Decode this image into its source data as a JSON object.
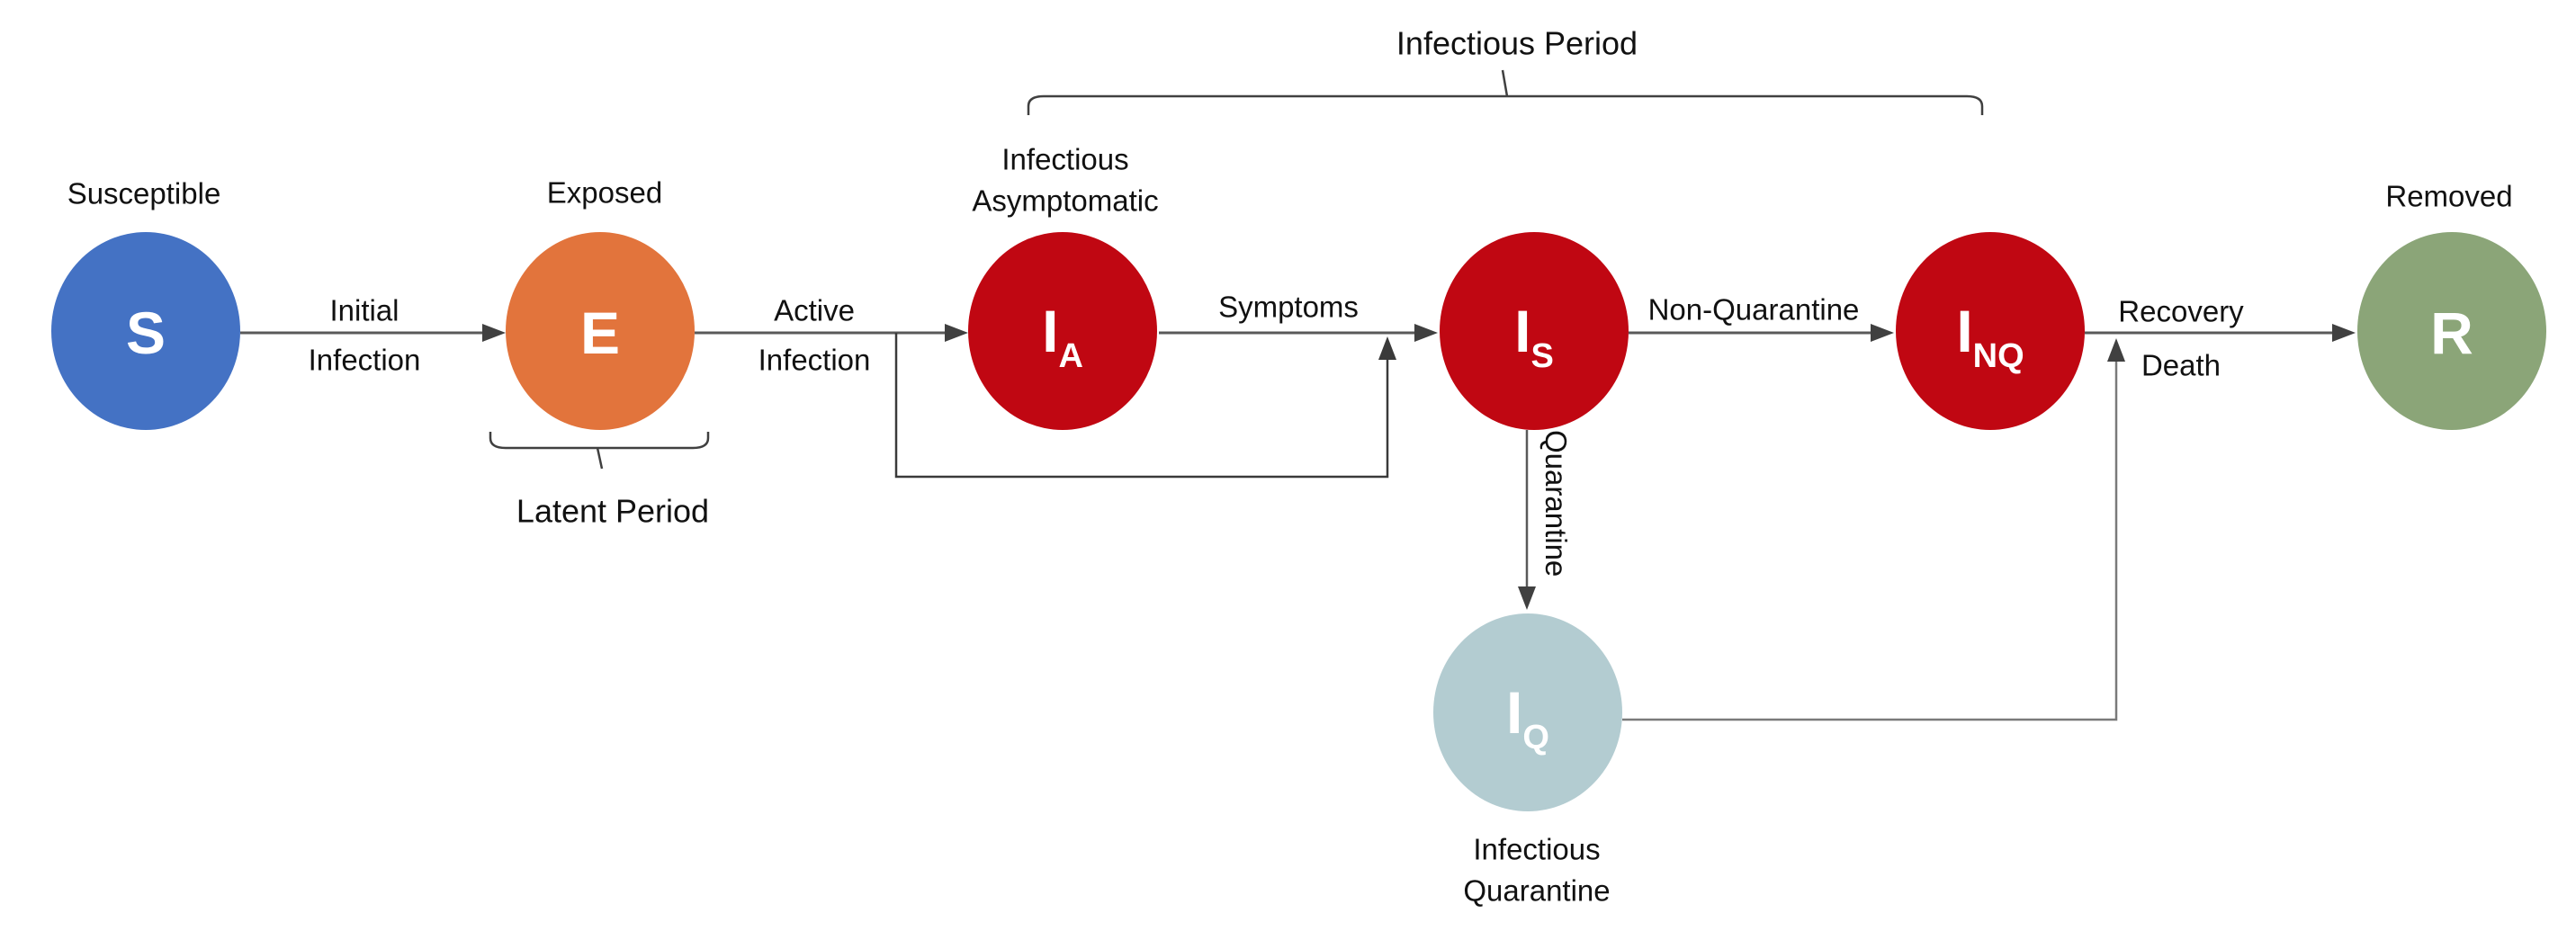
{
  "diagram": {
    "braces": {
      "infectious_period_label": "Infectious Period",
      "latent_period_label": "Latent Period"
    },
    "nodes": {
      "s": {
        "letter": "S",
        "sub": "",
        "caption": "Susceptible",
        "color": "#4472c4"
      },
      "e": {
        "letter": "E",
        "sub": "",
        "caption": "Exposed",
        "color": "#e2743c"
      },
      "ia": {
        "letter": "I",
        "sub": "A",
        "caption_line1": "Infectious",
        "caption_line2": "Asymptomatic",
        "color": "#c00712"
      },
      "is": {
        "letter": "I",
        "sub": "S",
        "color": "#c00712"
      },
      "inq": {
        "letter": "I",
        "sub": "NQ",
        "color": "#c00712"
      },
      "iq": {
        "letter": "I",
        "sub": "Q",
        "caption_line1": "Infectious",
        "caption_line2": "Quarantine",
        "color": "#b3ccd1"
      },
      "r": {
        "letter": "R",
        "sub": "",
        "caption": "Removed",
        "color": "#8ba578"
      }
    },
    "edges": {
      "initial_infection": {
        "label_line1": "Initial",
        "label_line2": "Infection"
      },
      "active_infection": {
        "label_line1": "Active",
        "label_line2": "Infection"
      },
      "symptoms": {
        "label": "Symptoms"
      },
      "non_quarantine": {
        "label": "Non-Quarantine"
      },
      "quarantine": {
        "label": "Quarantine"
      },
      "recovery_death": {
        "label_line1": "Recovery",
        "label_line2": "Death"
      }
    },
    "colors": {
      "line": "#595959",
      "arrowhead": "#404040",
      "bypass_line": "#3a3a3a",
      "return_line": "#7a7a7a",
      "brace": "#404040",
      "text": "#111111",
      "background": "#ffffff"
    }
  }
}
